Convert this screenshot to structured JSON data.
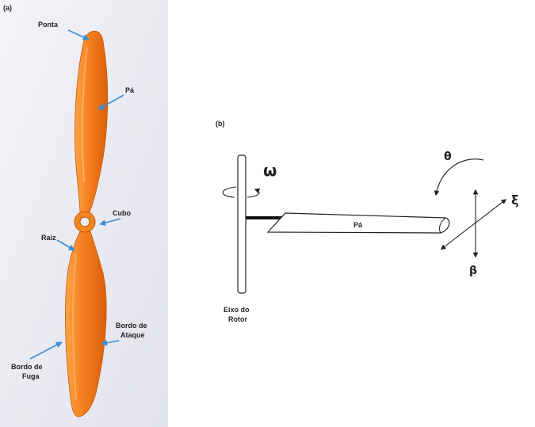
{
  "panel_a": {
    "tag": "(a)",
    "labels": {
      "ponta": "Ponta",
      "pa": "Pá",
      "cubo": "Cubo",
      "raiz": "Raiz",
      "bordo_ataque_1": "Bordo de",
      "bordo_ataque_2": "Ataque",
      "bordo_fuga_1": "Bordo de",
      "bordo_fuga_2": "Fuga"
    }
  },
  "panel_b": {
    "tag": "(b)",
    "labels": {
      "omega": "ω",
      "theta": "θ",
      "xi": "ξ",
      "beta": "β",
      "blade": "Pá",
      "eixo_1": "Eixo do",
      "eixo_2": "Rotor"
    }
  },
  "colors": {
    "propeller": "#f07a1e",
    "propeller_dark": "#d8620e",
    "arrow": "#3a8fd8",
    "photo_bg": "#ecedf3"
  }
}
